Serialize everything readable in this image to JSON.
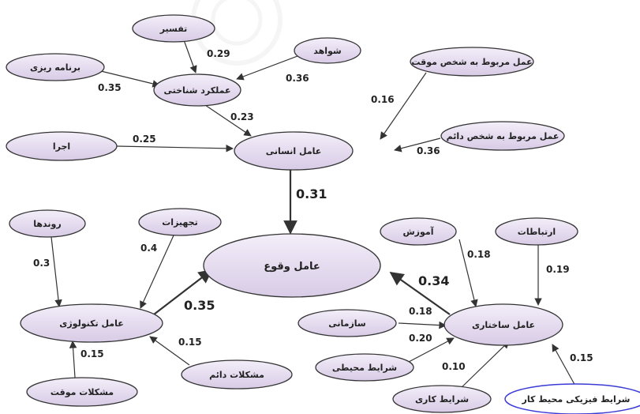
{
  "nodes": {
    "tafsir": "تفسیر",
    "shavahed": "شواهد",
    "barnamerizi": "برنامه ریزی",
    "amalkard": "عملکرد شناختی",
    "amal_movaghat": "عمل مربوط به شخص موقت",
    "amal_daem": "عمل مربوط به شخص دائم",
    "ejra": "اجرا",
    "ensani": "عامل انسانی",
    "ravandha": "روندها",
    "tajhizat": "تجهیزات",
    "vogh": "عامل وقوع",
    "amuzesh": "آموزش",
    "ertebatat": "ارتباطات",
    "teknoloji": "عامل تکنولوژی",
    "sazmani": "سازمانی",
    "sakhtari": "عامل ساختاری",
    "mohiti": "شرایط محیطی",
    "moshkelat_daem": "مشکلات دائم",
    "moshkelat_movaghat": "مشکلات موقت",
    "kari": "شرایط کاری",
    "fiziki": "شرایط فیزیکی محیط کار"
  },
  "edges": {
    "tafsir_amalkard": "0.29",
    "shavahed_amalkard": "0.36",
    "barnamerizi_amalkard": "0.35",
    "amalkard_ensani": "0.23",
    "movaghat_ensani": "0.16",
    "ejra_ensani": "0.25",
    "daem_ensani": "0.36",
    "ensani_vogh": "0.31",
    "ravandha_teknoloji": "0.3",
    "tajhizat_teknoloji": "0.4",
    "teknoloji_vogh": "0.35",
    "amuzesh_sakhtari": "0.18",
    "ertebatat_sakhtari": "0.19",
    "sakhtari_vogh": "0.34",
    "sazmani_sakhtari": "0.18",
    "mohiti_sakhtari": "0.20",
    "daem_teknoloji": "0.15",
    "movaghat_teknoloji": "0.15",
    "kari_sakhtari": "0.10",
    "fiziki_sakhtari": "0.15"
  }
}
